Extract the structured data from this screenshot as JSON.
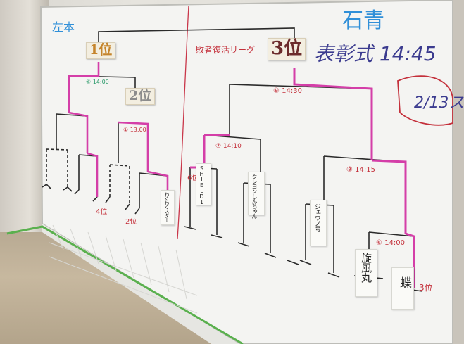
{
  "header": {
    "top_right": "石青",
    "ceremony_time": "表彰式 14:45",
    "date_partial": "2/13ス"
  },
  "left_bracket": {
    "corner_label": "左本",
    "first_place_label": "1位",
    "second_place_label": "2位",
    "final_match_label": "⑥ 14:00",
    "semi_match_label": "① 13:00",
    "fourth_place_tag": "4位",
    "sixth_place_tag": "2位"
  },
  "right_bracket": {
    "title": "敗者復活リーグ",
    "third_place_label": "3位",
    "final_match_label": "⑨ 14:30",
    "match_7_label": "⑦ 14:10",
    "match_8_label": "⑧ 14:15",
    "match_6_label": "⑥ 14:00",
    "left_side_tag": "6位",
    "bottom_tag": "3位"
  },
  "teams": [
    {
      "name": "SHIELD1"
    },
    {
      "name": "クレヨンしんちゃん"
    },
    {
      "name": "ジェウノ号"
    },
    {
      "name": "旋風丸"
    },
    {
      "name": "蝶"
    },
    {
      "name": "わくわくスター"
    }
  ],
  "colors": {
    "bracket_line": "#2a2a2a",
    "highlight": "#d43ea8",
    "red_marker": "#c4303b",
    "sticker_bg": "#f3eee0",
    "board_bg": "#f4f4f2"
  }
}
